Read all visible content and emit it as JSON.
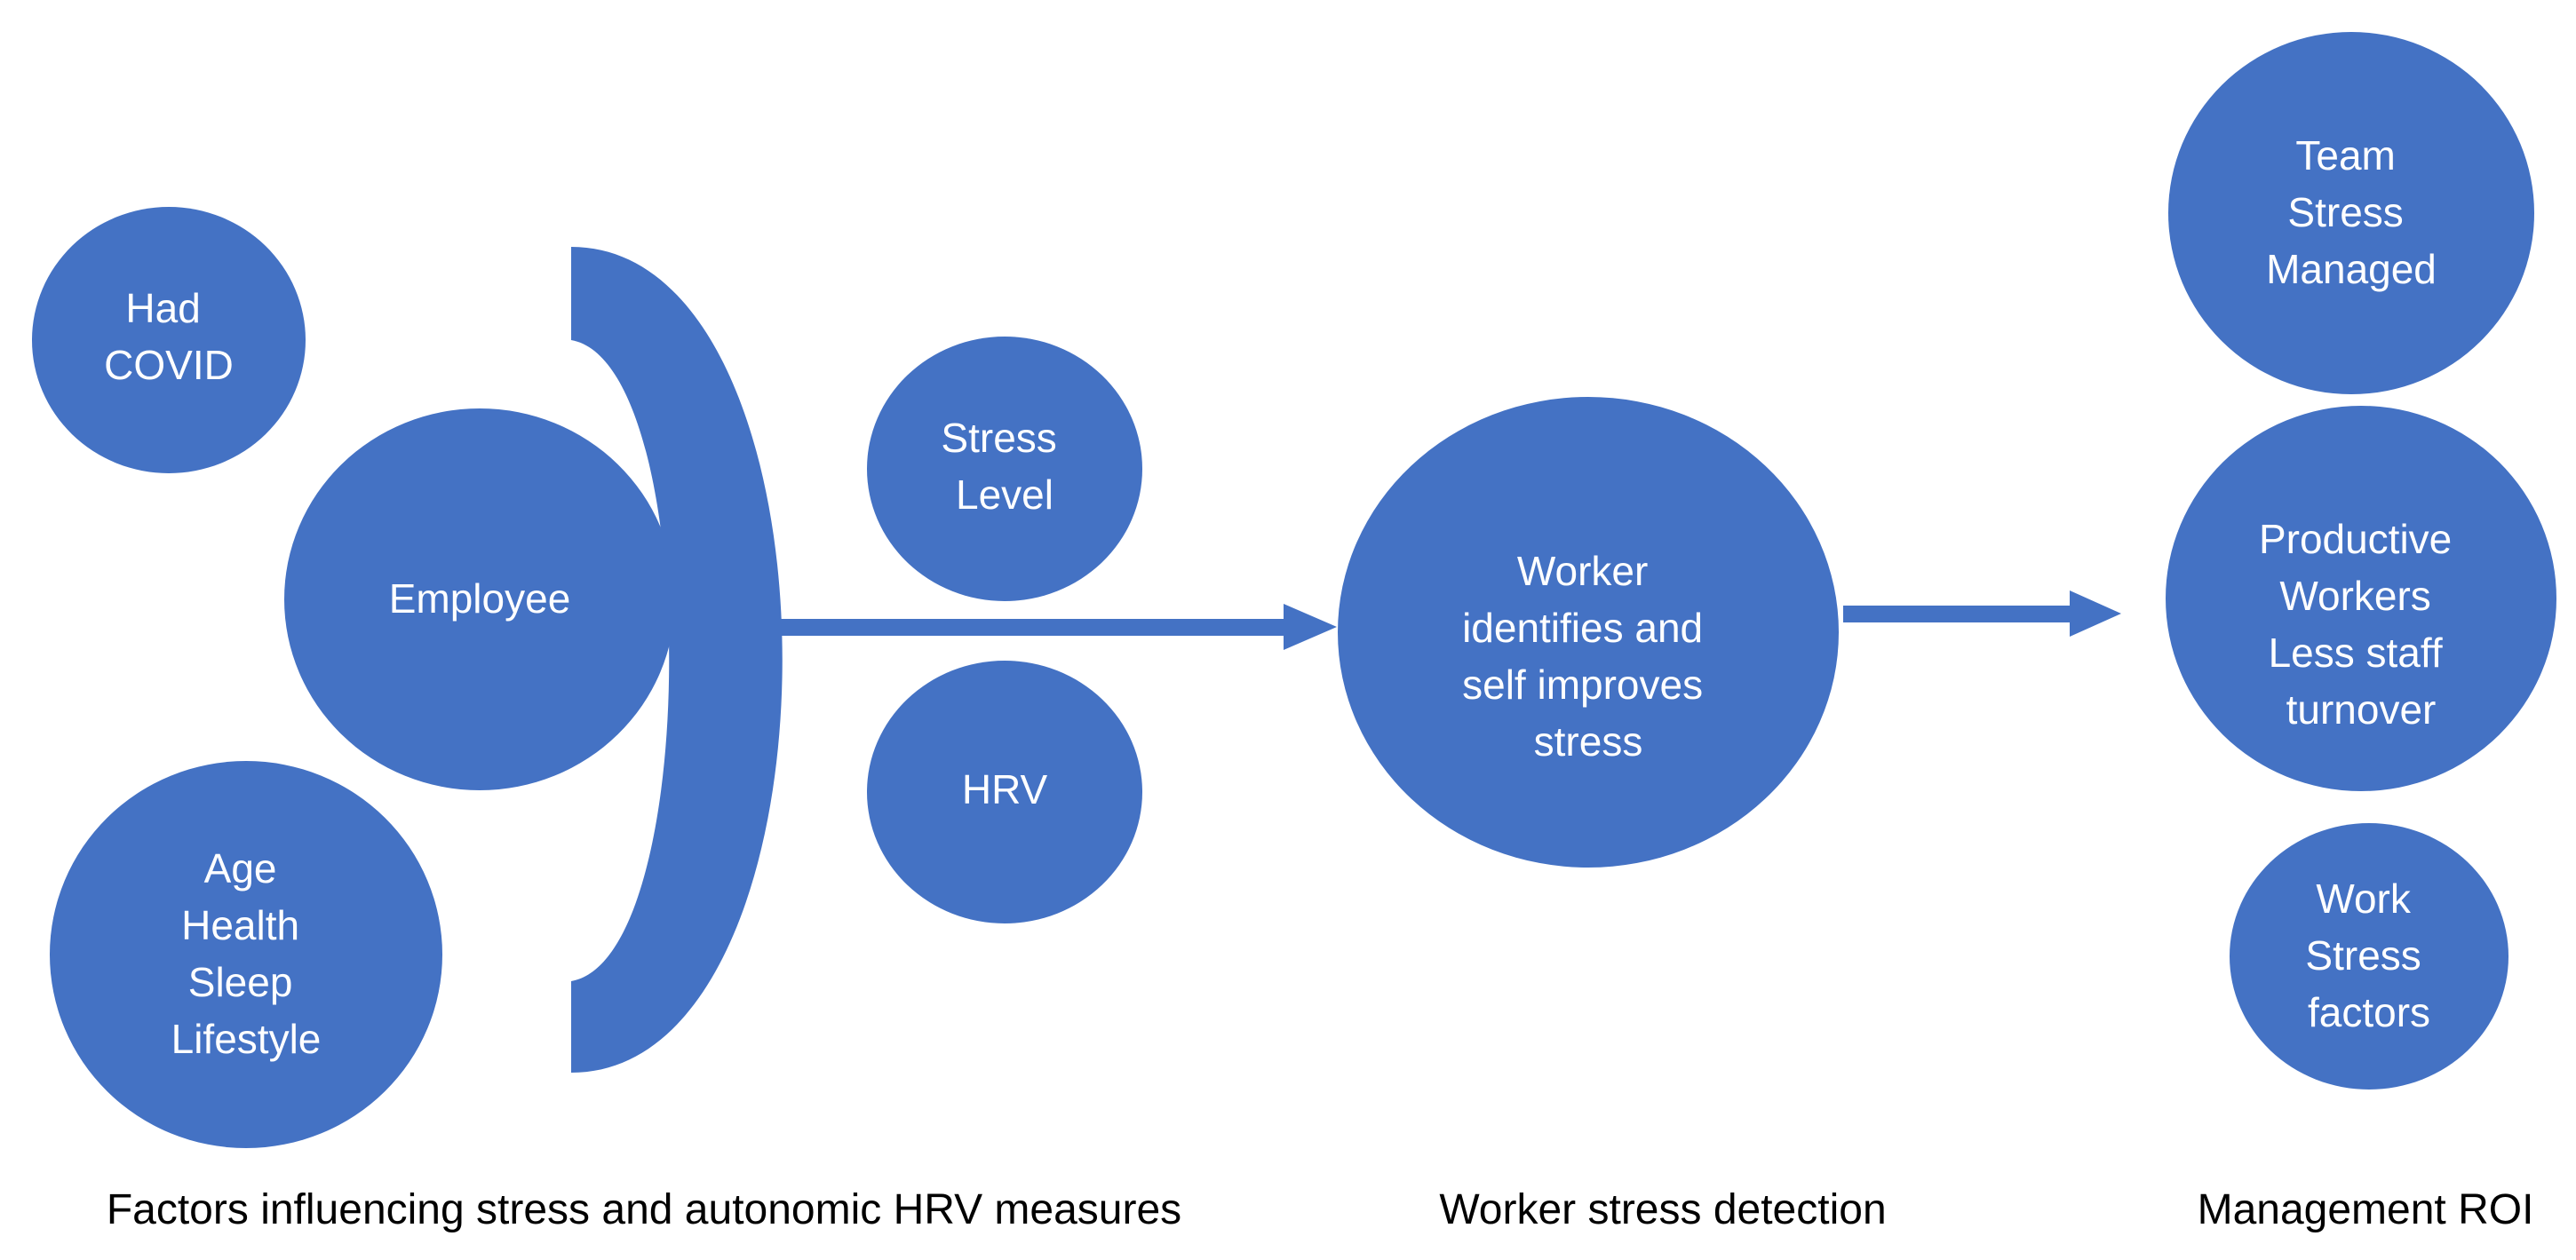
{
  "colors": {
    "node_fill": "#4472C4",
    "text_on_node": "#FFFFFF",
    "caption_text": "#000000",
    "background": "#FFFFFF"
  },
  "nodes": {
    "had_covid": [
      "Had",
      "COVID"
    ],
    "employee": [
      "Employee"
    ],
    "age_health": [
      "Age",
      "Health",
      "Sleep",
      "Lifestyle"
    ],
    "stress_level": [
      "Stress",
      "Level"
    ],
    "hrv": [
      "HRV"
    ],
    "worker_identifies": [
      "Worker",
      "identifies and",
      "self improves",
      "stress"
    ],
    "team_stress": [
      "Team",
      "Stress",
      "Managed"
    ],
    "productive_workers": [
      "Productive",
      "Workers",
      "Less staff",
      "turnover"
    ],
    "work_stress_factors": [
      "Work",
      "Stress",
      "factors"
    ]
  },
  "captions": {
    "factors": "Factors influencing stress and autonomic HRV measures",
    "detection": "Worker stress detection",
    "management": "Management ROI"
  }
}
